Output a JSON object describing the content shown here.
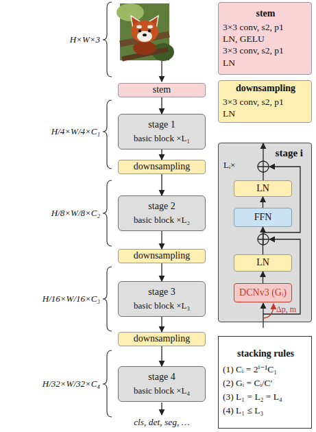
{
  "diagram": {
    "nodes": [
      {
        "text": [
          "stem"
        ]
      },
      {
        "text": [
          "stage 1",
          "basic block ×L₁"
        ]
      },
      {
        "text": [
          "downsampling"
        ]
      },
      {
        "text": [
          "stage 2",
          "basic block ×L₂"
        ]
      },
      {
        "text": [
          "downsampling"
        ]
      },
      {
        "text": [
          "stage 3",
          "basic block ×L₃"
        ]
      },
      {
        "text": [
          "downsampling"
        ]
      },
      {
        "text": [
          "stage 4",
          "basic block ×L₄"
        ]
      },
      {
        "text": [
          "stem",
          "3×3 conv, s2, p1",
          "LN, GELU",
          "3×3 conv, s2, p1",
          "LN"
        ]
      },
      {
        "text": [
          "downsampling",
          "3×3 conv, s2, p1",
          "LN"
        ]
      },
      {
        "text": [
          "stage i"
        ]
      },
      {
        "text": [
          "LN"
        ],
        "in": 10
      },
      {
        "text": [
          "FFN"
        ],
        "in": 10
      },
      {
        "text": [
          "LN"
        ],
        "in": 10
      },
      {
        "text": [
          "DCNv3 (Gᵢ)"
        ],
        "in": 10
      },
      {
        "text": [
          "stacking rules",
          "(1) Cᵢ = 2ⁱ⁻¹C₁",
          "(2) Gᵢ = Cᵢ/C′",
          "(3) L₁ = L₂ = L₄",
          "(4) L₁ ≤ L₃"
        ]
      }
    ],
    "edges": [
      {
        "from": 0,
        "to": 1,
        "arrow": "to"
      },
      {
        "from": 1,
        "to": 2,
        "arrow": "to"
      },
      {
        "from": 2,
        "to": 3,
        "arrow": "to"
      },
      {
        "from": 3,
        "to": 4,
        "arrow": "to"
      },
      {
        "from": 4,
        "to": 5,
        "arrow": "to"
      },
      {
        "from": 5,
        "to": 6,
        "arrow": "to"
      },
      {
        "from": 6,
        "to": 7,
        "arrow": "to"
      },
      {
        "from": 14,
        "to": 13,
        "arrow": "to"
      },
      {
        "from": 13,
        "to": 12,
        "arrow": "to"
      },
      {
        "from": 12,
        "to": 11,
        "arrow": "to"
      }
    ],
    "labels": [
      "H×W×3",
      "H/4×W/4×C₁",
      "H/8×W/8×C₂",
      "H/16×W/16×C₃",
      "H/32×W/32×C₄",
      "cls, det, seg, …",
      "Lᵢ×",
      "Δp, m"
    ]
  }
}
